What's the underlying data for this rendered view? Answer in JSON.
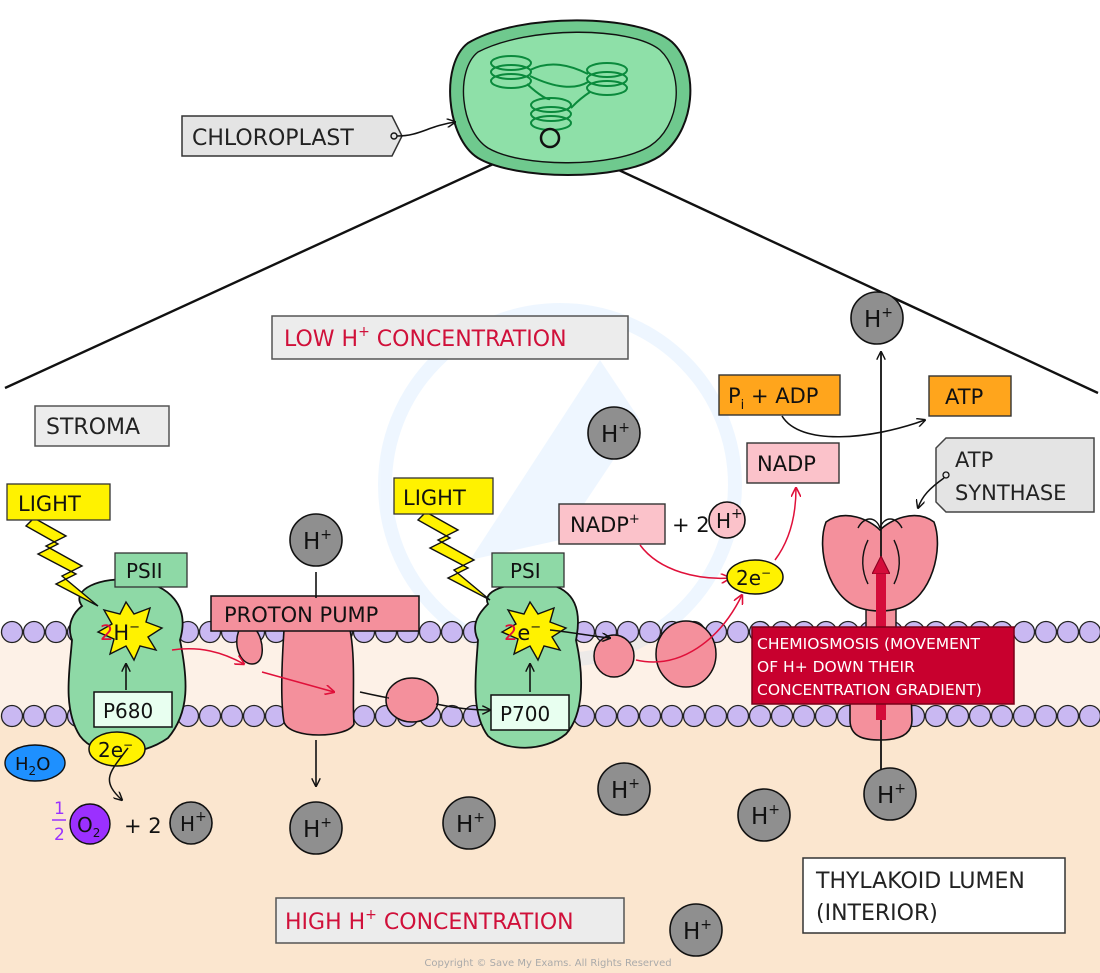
{
  "chloroplast": {
    "label": "CHLOROPLAST"
  },
  "regions": {
    "stroma": "STROMA",
    "low_conc": {
      "pre": "LOW  H",
      "sup": "+",
      "post": "  CONCENTRATION"
    },
    "high_conc": {
      "pre": "HIGH  H",
      "sup": "+",
      "post": " CONCENTRATION"
    },
    "lumen": {
      "line1": "THYLAKOID  LUMEN",
      "line2": "(INTERIOR)"
    }
  },
  "light": [
    "LIGHT",
    "LIGHT"
  ],
  "photosystems": {
    "ps2": {
      "name": "PSII",
      "center": "P680"
    },
    "ps1": {
      "name": "PSI",
      "center": "P700"
    }
  },
  "electrons": {
    "label": "2e",
    "coef": "2",
    "sup": "−"
  },
  "proton_pump": "PROTON PUMP",
  "ion": {
    "base": "H",
    "sup": "+"
  },
  "water": {
    "base": "H",
    "sub": "2",
    "tail": "O"
  },
  "oxygen": {
    "num": "1",
    "den": "2",
    "base": "O",
    "sub": "2",
    "plus": "+ 2"
  },
  "nadp": {
    "reactant": "NADP",
    "reactant_sup": "+",
    "plus": "+ 2",
    "product": "NADP"
  },
  "atp": {
    "pi": "P",
    "pi_sub": "i",
    "adp": " + ADP",
    "product": "ATP"
  },
  "atp_synthase": {
    "line1": "ATP",
    "line2": "SYNTHASE"
  },
  "chemiosmosis": [
    "CHEMIOSMOSIS (MOVEMENT",
    "OF H+ DOWN THEIR",
    "CONCENTRATION GRADIENT)"
  ],
  "colors": {
    "lumen_bg": "#fbe6cf",
    "membrane_bg": "#fdf1e7",
    "lipid": "#c9b8f2",
    "photosystem": "#8ed9a6",
    "protein": "#f4909c",
    "light": "#fff200",
    "orange": "#ffa51c",
    "crimson": "#c8002e",
    "ion_grey": "#8f8f8f",
    "water_blue": "#1e90ff",
    "oxygen_purple": "#9b30ff"
  },
  "copyright": "Copyright © Save My Exams. All Rights Reserved"
}
